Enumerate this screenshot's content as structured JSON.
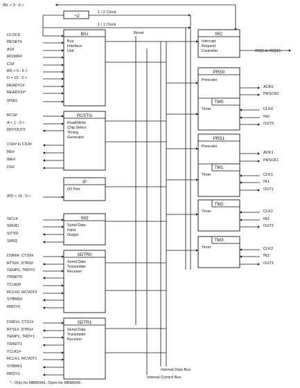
{
  "top": {
    "irl": "IRL < 3 : 0 >",
    "div2": "÷2",
    "clk_half": "1 / 2 Clock",
    "clk_one": "1 / 1 Clock",
    "reset": "Reset"
  },
  "blocks": {
    "biu": {
      "name": "BIU",
      "desc": [
        "Bus",
        "Interface",
        "Unit"
      ]
    },
    "rcstg": {
      "name": "RCSTG",
      "desc": [
        "Read/Write",
        "Chip Select",
        "Timing",
        "Generator"
      ]
    },
    "ip": {
      "name": "IP",
      "desc": [
        "I/O Port"
      ]
    },
    "sio": {
      "name": "SIO",
      "desc": [
        "Serial Data",
        "Input",
        "Output"
      ]
    },
    "sdtr0": {
      "name": "SDTR0",
      "desc": [
        "Serial Data",
        "Transmitter",
        "Receiver"
      ]
    },
    "sdtr1": {
      "name": "SDTR1",
      "desc": [
        "Serial Data",
        "Transmitter",
        "Receiver"
      ]
    },
    "irc": {
      "name": "IRC",
      "desc": [
        "Interrupt",
        "Request",
        "Controller"
      ]
    },
    "prs0": {
      "name": "PRS0",
      "desc": [
        "Prescaler"
      ]
    },
    "tm0": {
      "name": "TM0",
      "desc": [
        "Timer"
      ]
    },
    "prs1": {
      "name": "PRS1",
      "desc": [
        "Prescaler"
      ]
    },
    "tm1": {
      "name": "TM1",
      "desc": [
        "Timer"
      ]
    },
    "tm2": {
      "name": "TM2",
      "desc": [
        "Timer"
      ]
    },
    "tm3": {
      "name": "TM3",
      "desc": [
        "Timer"
      ]
    }
  },
  "left_signals": {
    "biu": [
      "CLOCK",
      "RESET#",
      "AS#",
      "RD/WR#",
      "CS#",
      "RS < 5 : 0 >",
      "D < 15 : 0 >",
      "READY1#",
      "READY2#*",
      "WSEL"
    ],
    "rcstg": [
      "RCS#",
      "A < 1 : 0 >",
      "RDYOUT#",
      "CS0# to CS3#",
      "RE#",
      "WE#",
      "DS#"
    ],
    "ip": [
      "IPD < 15 : 0 >"
    ],
    "sio": [
      "SICLK",
      "SIRXD",
      "SITXD",
      "SIIRQ"
    ],
    "sdtr0": [
      "DSR0#, CTS0#",
      "RTS0#, DTR0#",
      "TEMP0, TRDY0",
      "TRNDT0",
      "TCLK0#",
      "RCLK0, RCVDT0",
      "SYBRK0",
      "RRDY0"
    ],
    "sdtr1": [
      "DSR1#, CTS1#",
      "RTS1#, DTR1#",
      "TEMP1, TRDY1",
      "TRNDT1",
      "TCLK1#",
      "RCLK1, RCVDT1",
      "SYBRK1",
      "RRDY1"
    ]
  },
  "right_signals": {
    "irc": "IRQ1 to IRQ15",
    "prs0": [
      "ACK0",
      "PRSCK0"
    ],
    "tm0": [
      "CLK0",
      "IN0",
      "OUT0"
    ],
    "prs1": [
      "ACK1",
      "PRSCK1"
    ],
    "tm1": [
      "CLK1",
      "IN1",
      "OUT1"
    ],
    "tm2": [
      "CLK2",
      "IN2",
      "OUT2"
    ],
    "tm3": [
      "CLK3",
      "IN3",
      "OUT3"
    ]
  },
  "bus": {
    "data": "Internal Data Bus",
    "control": "Internal Control Bus"
  },
  "footnote": "* : Only for MB86941. Open for MB86942."
}
